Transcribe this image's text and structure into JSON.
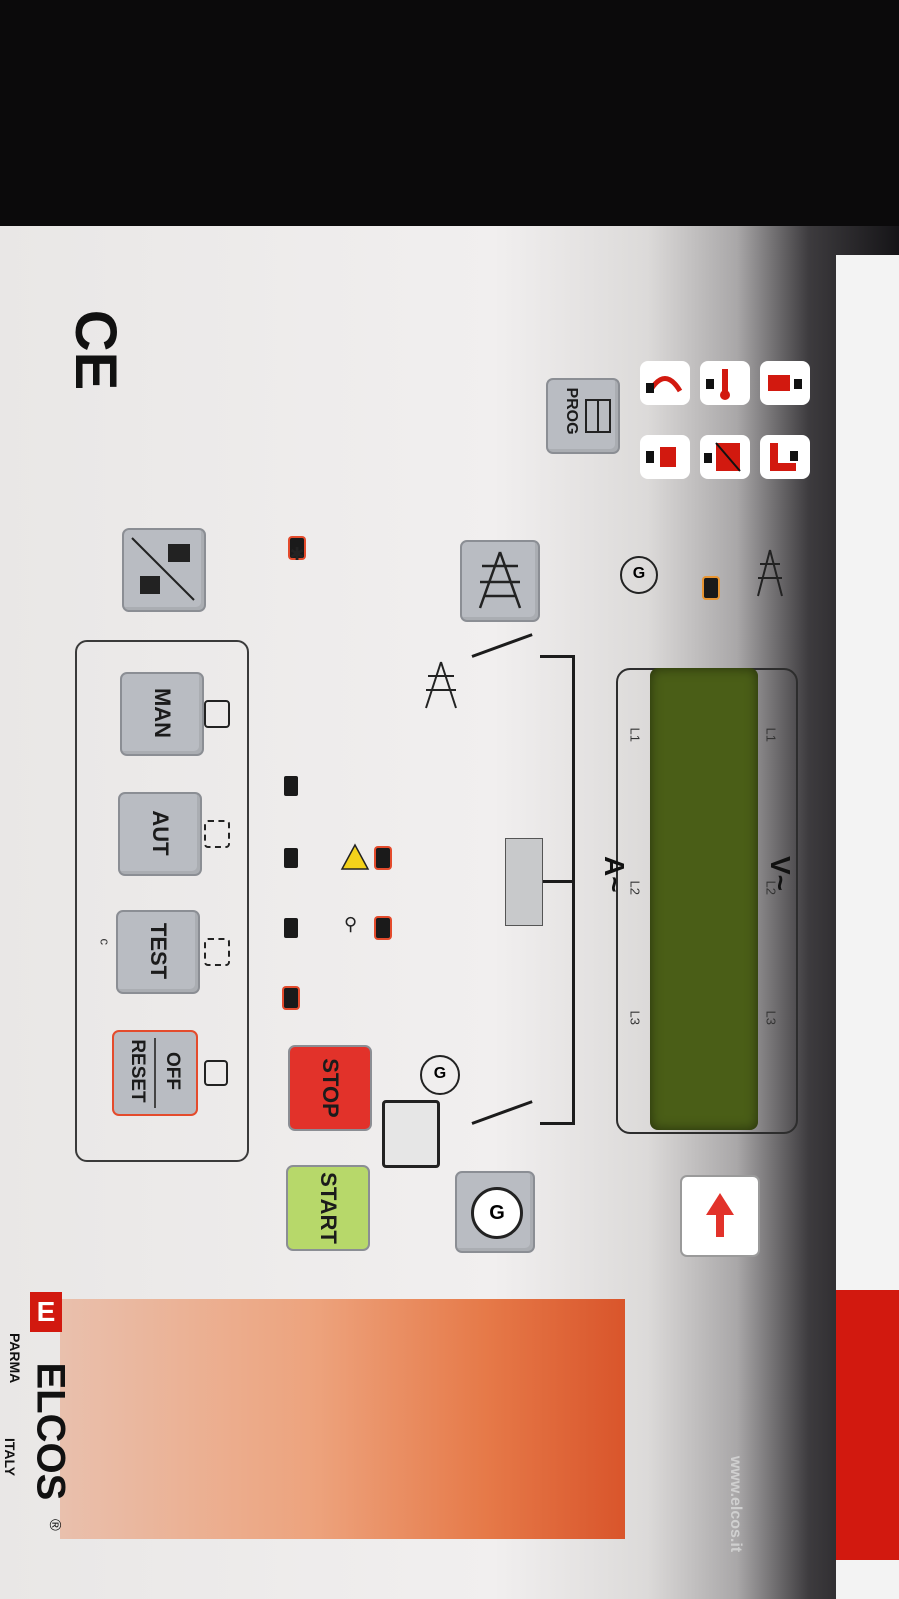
{
  "brand": {
    "name": "ELCOS",
    "registered": "®",
    "city": "PARMA",
    "country": "ITALY",
    "website": "www.elcos.it",
    "logo_letter": "E"
  },
  "buttons": {
    "man": "MAN",
    "aut": "AUT",
    "test": "TEST",
    "off": "OFF",
    "reset": "RESET",
    "stop": "STOP",
    "start": "START",
    "prog": "PROG"
  },
  "display": {
    "volt_label": "V~",
    "amp_label": "A~",
    "phases_top": [
      "L1",
      "L2",
      "L3"
    ],
    "phases_bottom": [
      "L1",
      "L2",
      "L3"
    ]
  },
  "marks": {
    "ce": "CE",
    "c": "c",
    "generator": "G"
  },
  "colors": {
    "stop": "#e2322a",
    "start": "#b7d86a",
    "lcd": "#4a5e17",
    "accent_red": "#d2190f"
  }
}
